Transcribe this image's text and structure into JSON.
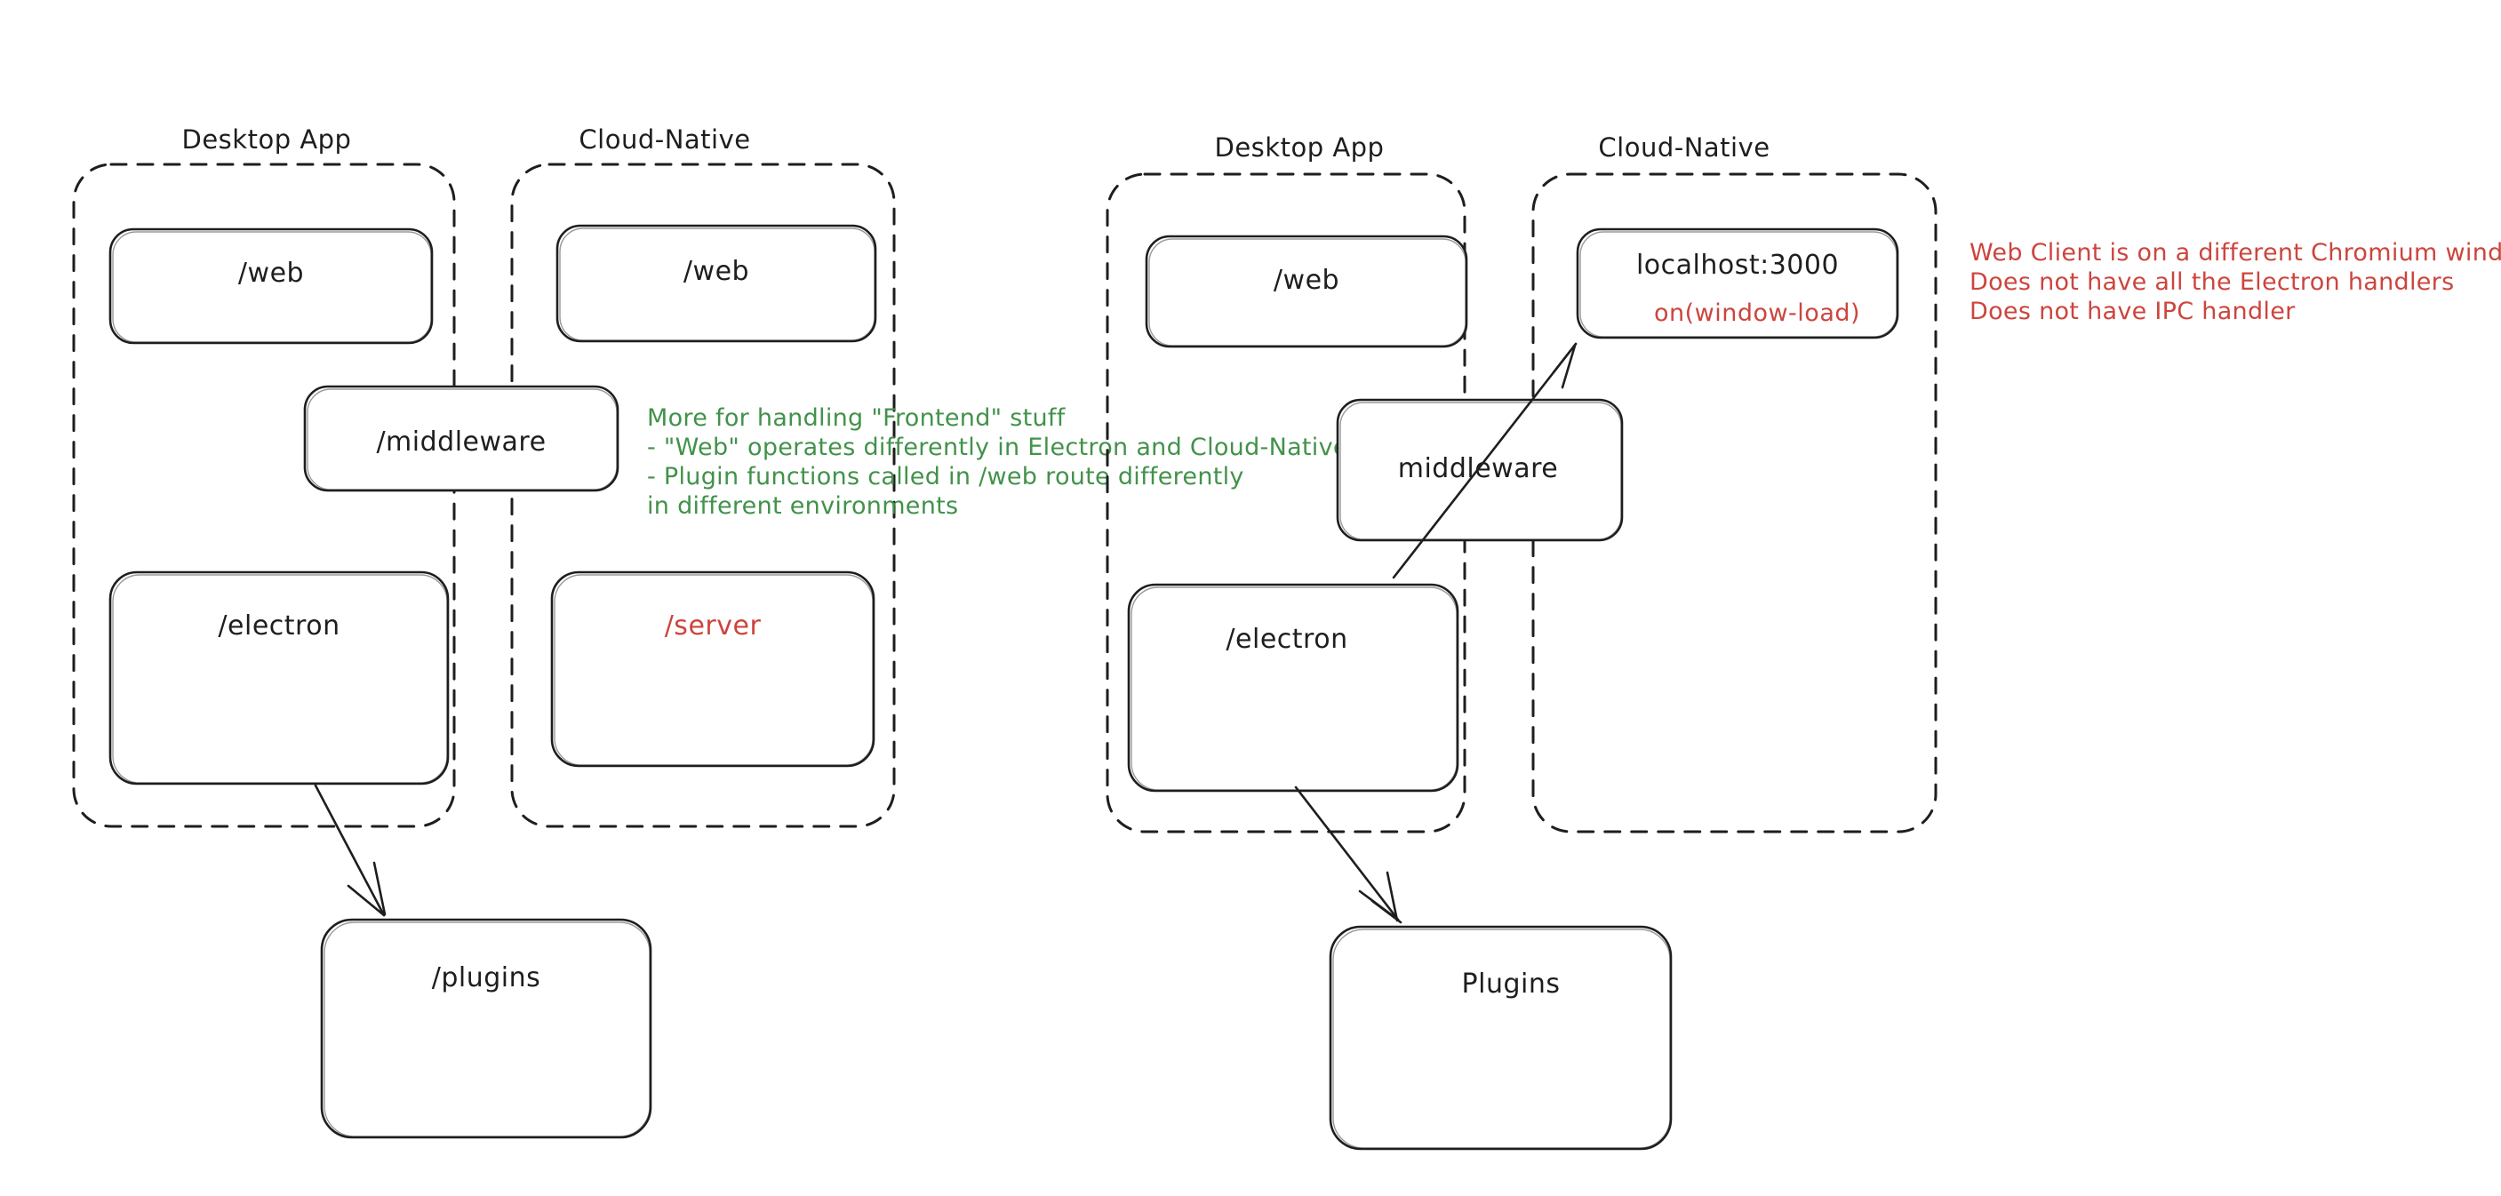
{
  "canvas": {
    "background": "#ffffff",
    "ink": "#1e1e1e",
    "green": "#42924a",
    "red": "#cc453e"
  },
  "left_diagram": {
    "desktop_app": {
      "title": "Desktop App",
      "web_label": "/web",
      "electron_label": "/electron"
    },
    "cloud_native": {
      "title": "Cloud-Native",
      "web_label": "/web",
      "server_label": "/server"
    },
    "middleware_label": "/middleware",
    "plugins_label": "/plugins",
    "green_note": {
      "lines": [
        "More for handling \"Frontend\" stuff",
        "- \"Web\" operates differently in Electron and Cloud-Native",
        "- Plugin functions called in /web route differently",
        "in different environments"
      ]
    }
  },
  "right_diagram": {
    "desktop_app": {
      "title": "Desktop App",
      "web_label": "/web",
      "electron_label": "/electron"
    },
    "cloud_native": {
      "title": "Cloud-Native",
      "localhost_label": "localhost:3000",
      "window_load_label": "on(window-load)"
    },
    "middleware_label": "middleware",
    "plugins_label": "Plugins",
    "red_note": {
      "lines": [
        "Web Client is on a different Chromium window",
        "Does not have all the Electron handlers",
        "Does not have IPC handler"
      ]
    }
  }
}
